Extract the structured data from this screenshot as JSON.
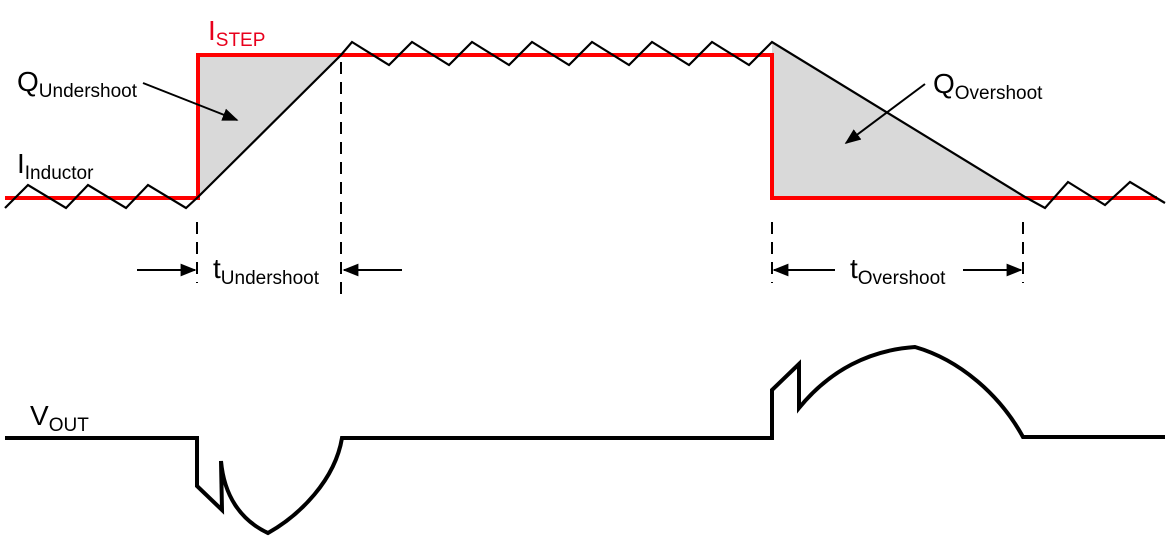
{
  "colors": {
    "step": "#ff0000",
    "label_red": "#e8001c",
    "waveform": "#000000",
    "shaded_area": "#d9d9d9",
    "background": "#ffffff"
  },
  "labels": {
    "i_step": {
      "main": "I",
      "sub": "STEP"
    },
    "q_undershoot": {
      "main": "Q",
      "sub": "Undershoot"
    },
    "i_inductor": {
      "main": "I",
      "sub": "Inductor"
    },
    "q_overshoot": {
      "main": "Q",
      "sub": "Overshoot"
    },
    "t_undershoot": {
      "main": "t",
      "sub": "Undershoot"
    },
    "t_overshoot": {
      "main": "t",
      "sub": "Overshoot"
    },
    "v_out": {
      "main": "V",
      "sub": "OUT"
    }
  },
  "waveforms": {
    "i_step": "Load current step (red)",
    "i_inductor": "Inductor current with ripple (black zigzag)",
    "v_out": "Output voltage transient"
  },
  "annotations": [
    "Q_Undershoot shaded triangle between I_STEP rise and inductor ramp-up",
    "Q_Overshoot shaded triangle between I_STEP fall and inductor ramp-down",
    "t_Undershoot interval between dashed markers",
    "t_Overshoot interval between dashed markers"
  ]
}
